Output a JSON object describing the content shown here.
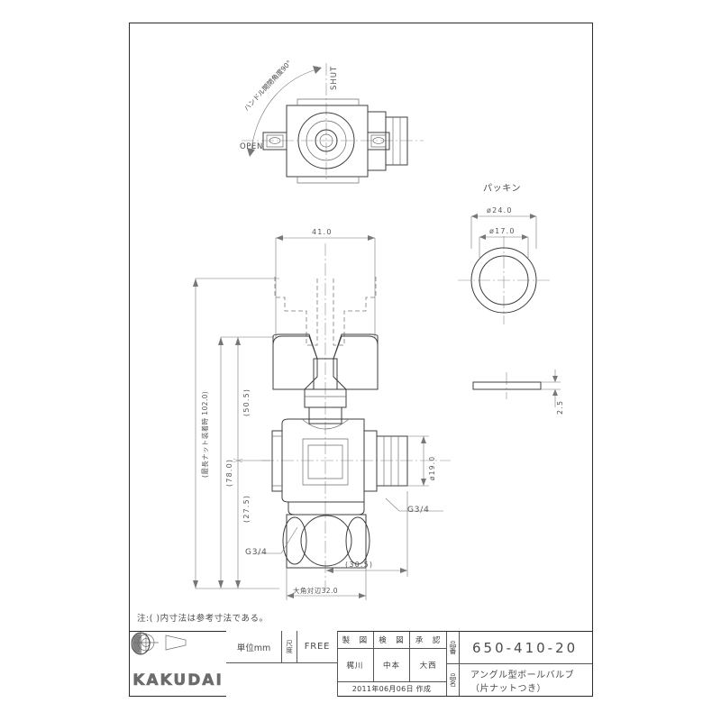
{
  "drawing": {
    "note": "注:(  )内寸法は参考寸法である。",
    "top_view": {
      "open_label": "OPEN",
      "shut_label": "SHUT",
      "angle_note": "ハンドル開閉角度90°"
    },
    "packing": {
      "title": "パッキン",
      "outer_diameter": "ø24.0",
      "inner_diameter": "ø17.0",
      "thickness": "2.5"
    },
    "main_view": {
      "handle_width": "41.0",
      "overall_height": "(最長ナット装着時 102.0)",
      "height_78": "(78.0)",
      "height_50": "(50.5)",
      "height_27": "(27.5)",
      "depth_30": "(30.5)",
      "hex_across_flats": "大角対辺32.0",
      "thread_inlet": "G3/4",
      "thread_outlet": "G3/4",
      "bore_diameter": "ø19.0"
    }
  },
  "title_block": {
    "unit_label": "単位mm",
    "scale_label": "尺度",
    "scale_value": "FREE",
    "approvals": {
      "headers": [
        "製　図",
        "検　図",
        "承　認"
      ],
      "names": [
        "梶川",
        "中本",
        "大西"
      ],
      "date": "2011年06月06日  作成"
    },
    "part_number_tag": "品番",
    "part_number": "650-410-20",
    "part_name_tag": "品名",
    "part_name": "アングル型ボールバルブ（片ナットつき）",
    "company": "KAKUDAI"
  }
}
